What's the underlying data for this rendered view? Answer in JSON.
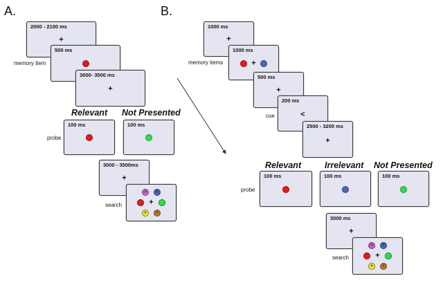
{
  "panel_a": {
    "label": "A.",
    "memory_label": "memory item",
    "probe_label": "probe",
    "search_label": "search",
    "screens": {
      "s1_dur": "2000 - 2100 ms",
      "s2_dur": "500 ms",
      "s3_dur": "3000- 3500 ms",
      "relevant_dur": "100 ms",
      "not_presented_dur": "100 ms",
      "pre_search_dur": "3000 - 3500ms"
    },
    "conditions": {
      "relevant": "Relevant",
      "not_presented": "Not Presented"
    },
    "colors": {
      "memory": "#e8191c",
      "relevant": "#e8191c",
      "not_presented": "#2ee04a"
    }
  },
  "panel_b": {
    "label": "B.",
    "memory_label": "memory items",
    "cue_label": "cue",
    "probe_label": "probe",
    "search_label": "search",
    "cue_symbol": "<",
    "screens": {
      "s1_dur": "1000 ms",
      "s2_dur": "1000 ms",
      "s3_dur": "500 ms",
      "cue_dur": "200 ms",
      "s5_dur": "2500 - 3200 ms",
      "relevant_dur": "100 ms",
      "irrelevant_dur": "100 ms",
      "not_presented_dur": "100 ms",
      "pre_search_dur": "3000 ms"
    },
    "conditions": {
      "relevant": "Relevant",
      "irrelevant": "Irrelevant",
      "not_presented": "Not Presented"
    },
    "colors": {
      "memory_left": "#e8191c",
      "memory_right": "#4a67b8",
      "relevant": "#e8191c",
      "irrelevant": "#4a67b8",
      "not_presented": "#2ee04a"
    }
  },
  "fixation": "+",
  "search_items": [
    {
      "color": "#d060c8",
      "symbol": ">"
    },
    {
      "color": "#4a67b8",
      "symbol": "<"
    },
    {
      "color": "#e8191c",
      "symbol": ""
    },
    {
      "color": "#2ee04a",
      "symbol": ""
    },
    {
      "color": "#f2e63a",
      "symbol": ">"
    },
    {
      "color": "#c07a2c",
      "symbol": "<"
    }
  ]
}
